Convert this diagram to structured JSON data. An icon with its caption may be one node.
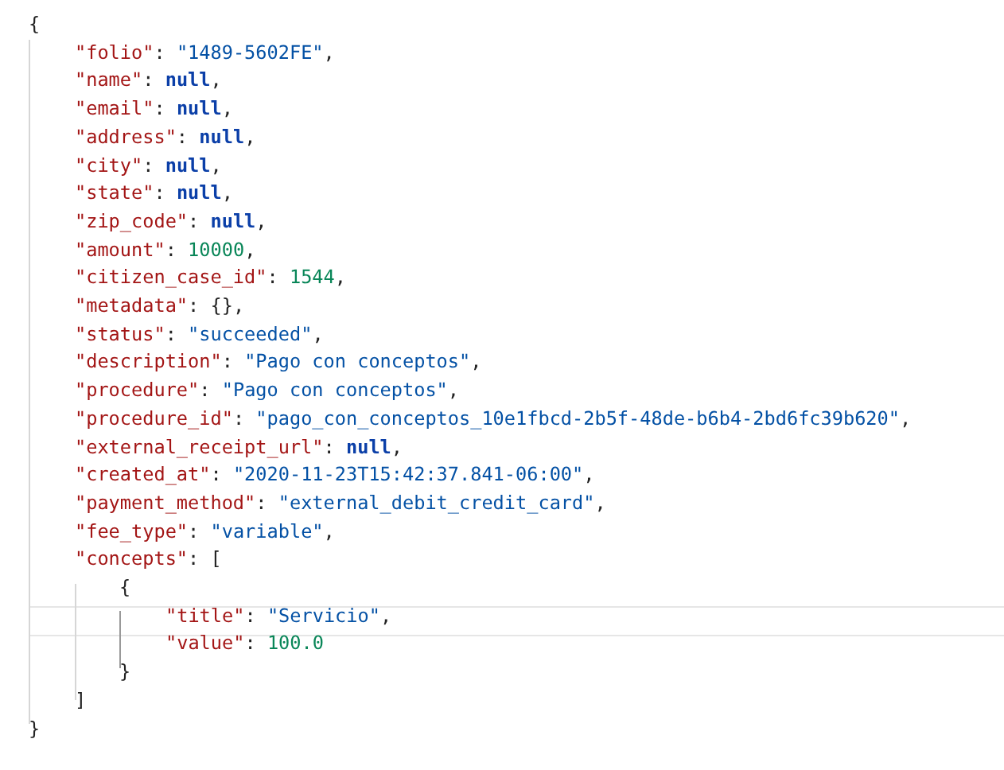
{
  "diagram": {
    "labels": [
      "{",
      "\"folio\": \"1489-5602FE\",",
      "\"name\": null,",
      "\"email\": null,",
      "\"address\": null,",
      "\"city\": null,",
      "\"state\": null,",
      "\"zip_code\": null,",
      "\"amount\": 10000,",
      "\"citizen_case_id\": 1544,",
      "\"metadata\": {},",
      "\"status\": \"succeeded\",",
      "\"description\": \"Pago con conceptos\",",
      "\"procedure\": \"Pago con conceptos\",",
      "\"procedure_id\": \"pago_con_conceptos_10e1fbcd-2b5f-48de-b6b4-2bd6fc39b620\",",
      "\"external_receipt_url\": null,",
      "\"created_at\": \"2020-11-23T15:42:37.841-06:00\",",
      "\"payment_method\": \"external_debit_credit_card\",",
      "\"fee_type\": \"variable\",",
      "\"concepts\": [",
      "{",
      "\"title\": \"Servicio\",",
      "\"value\": 100.0",
      "}",
      "]",
      "}"
    ]
  }
}
